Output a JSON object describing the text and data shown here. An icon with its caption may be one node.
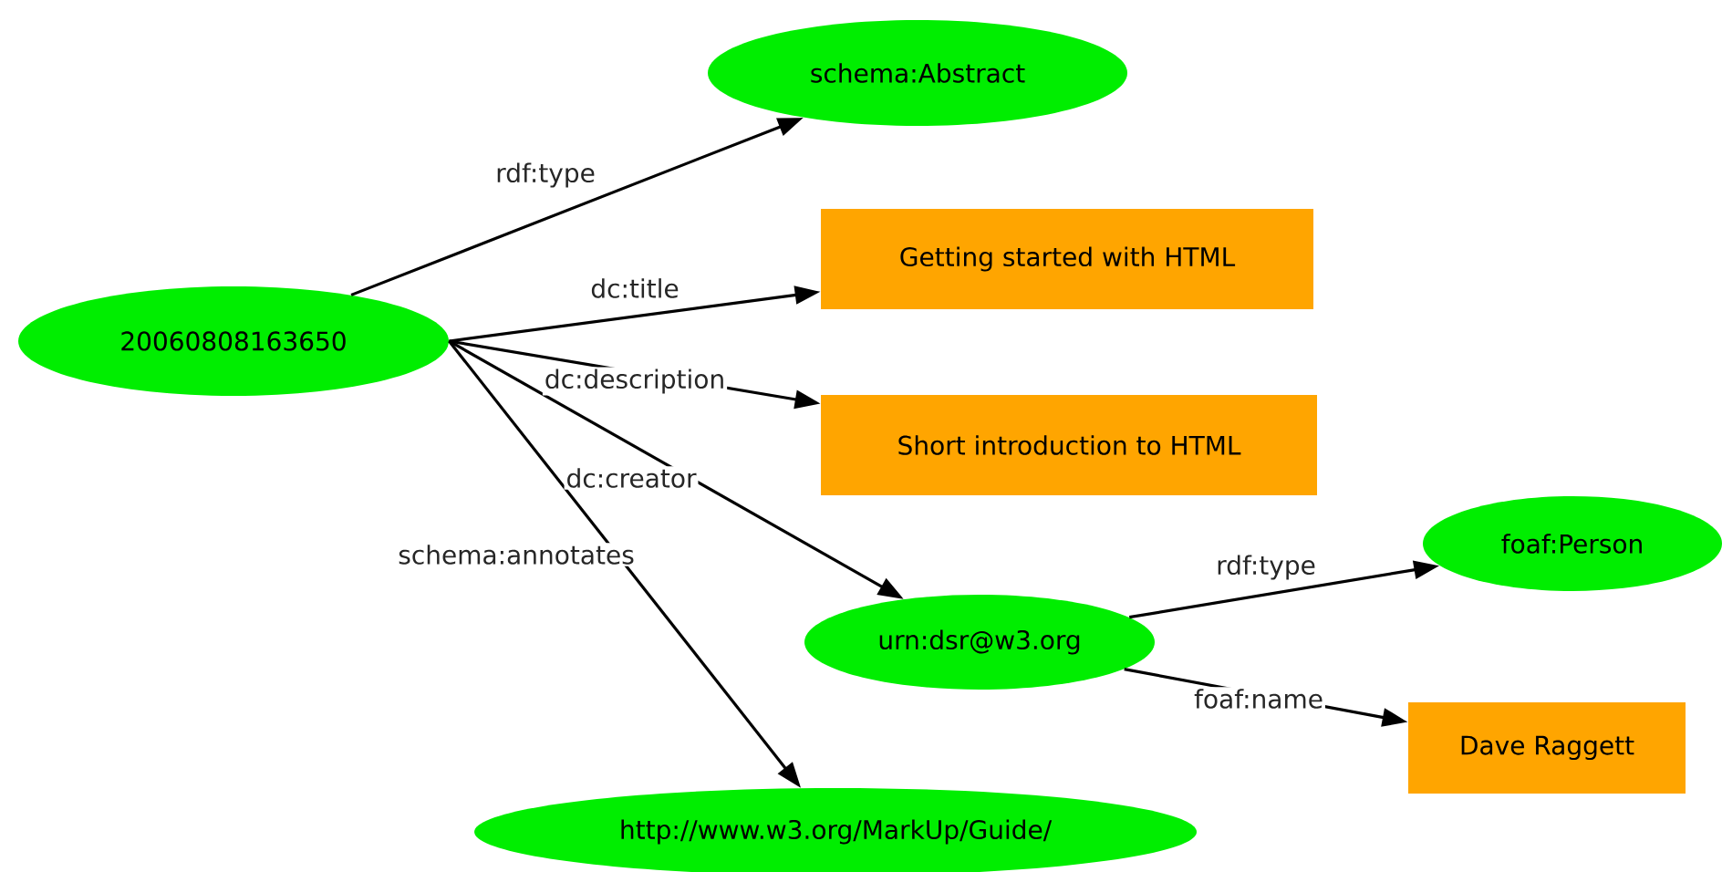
{
  "diagram": {
    "nodes": [
      {
        "text": [
          "20060808163650"
        ]
      },
      {
        "text": [
          "schema:Abstract"
        ]
      },
      {
        "text": [
          "Getting started with HTML"
        ]
      },
      {
        "text": [
          "Short introduction to HTML"
        ]
      },
      {
        "text": [
          "urn:dsr@w3.org"
        ]
      },
      {
        "text": [
          "foaf:Person"
        ]
      },
      {
        "text": [
          "Dave Raggett"
        ]
      },
      {
        "text": [
          "http://www.w3.org/MarkUp/Guide/"
        ]
      }
    ],
    "edges": [
      {
        "from": 0,
        "to": 1,
        "arrow": "to",
        "label": "rdf:type"
      },
      {
        "from": 0,
        "to": 2,
        "arrow": "to",
        "label": "dc:title"
      },
      {
        "from": 0,
        "to": 3,
        "arrow": "to",
        "label": "dc:description"
      },
      {
        "from": 0,
        "to": 4,
        "arrow": "to",
        "label": "dc:creator"
      },
      {
        "from": 0,
        "to": 7,
        "arrow": "to",
        "label": "schema:annotates"
      },
      {
        "from": 4,
        "to": 5,
        "arrow": "to",
        "label": "rdf:type"
      },
      {
        "from": 4,
        "to": 6,
        "arrow": "to",
        "label": "foaf:name"
      }
    ]
  }
}
